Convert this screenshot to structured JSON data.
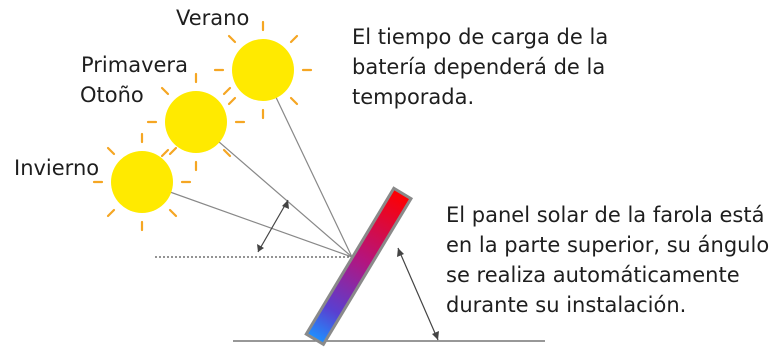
{
  "labels": {
    "summer": "Verano",
    "spring": "Primavera",
    "autumn": "Otoño",
    "winter": "Invierno"
  },
  "text_top": [
    "El tiempo de carga de la",
    "batería dependerá de la",
    "temporada."
  ],
  "text_right": [
    "El panel solar de la farola está",
    "en la parte superior, su ángulo",
    "se realiza automáticamente",
    "durante su instalación."
  ],
  "colors": {
    "sun": "#ffeb00",
    "sun_glow": "#fff200",
    "ray": "#f5a623",
    "panel_top": "#ff0000",
    "panel_mid": "#a020a0",
    "panel_bottom": "#1e90ff",
    "line": "#808080"
  }
}
